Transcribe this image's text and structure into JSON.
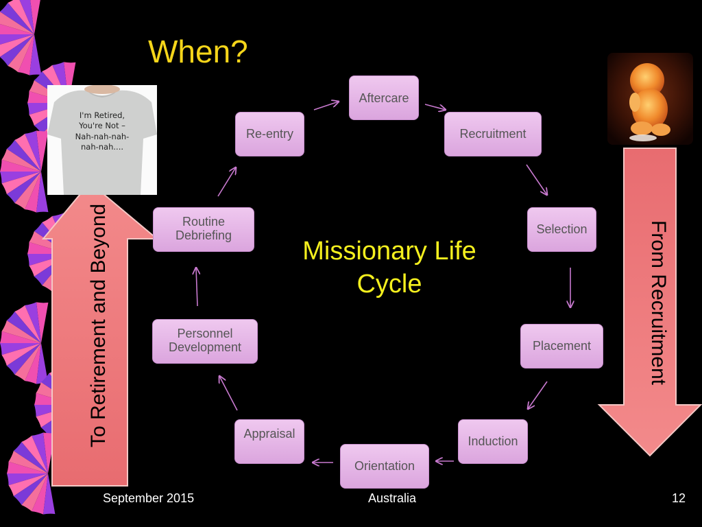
{
  "slide": {
    "title": "When?",
    "center_label": "Missionary Life Cycle",
    "left_arrow_label": "To Retirement and Beyond",
    "right_arrow_label": "From Recruitment",
    "tshirt_text": [
      "I'm Retired,",
      "You're Not –",
      "Nah-nah-nah-",
      "nah-nah...."
    ],
    "cycle_steps": {
      "aftercare": "Aftercare",
      "recruitment": "Recruitment",
      "selection": "Selection",
      "placement": "Placement",
      "induction": "Induction",
      "orientation": "Orientation",
      "appraisal": "Appraisal",
      "personnel_development": "Personnel Development",
      "routine_debriefing": "Routine Debriefing",
      "reentry": "Re-entry"
    }
  },
  "footer": {
    "date": "September 2015",
    "location": "Australia",
    "page_number": "12"
  },
  "colors": {
    "title": "#f5d51a",
    "center_label": "#f5f01e",
    "node_fill": "#e8bde9",
    "arrow_fill": "#ee7a7c",
    "cycle_arrow": "#c97ad0",
    "background": "#000000"
  }
}
